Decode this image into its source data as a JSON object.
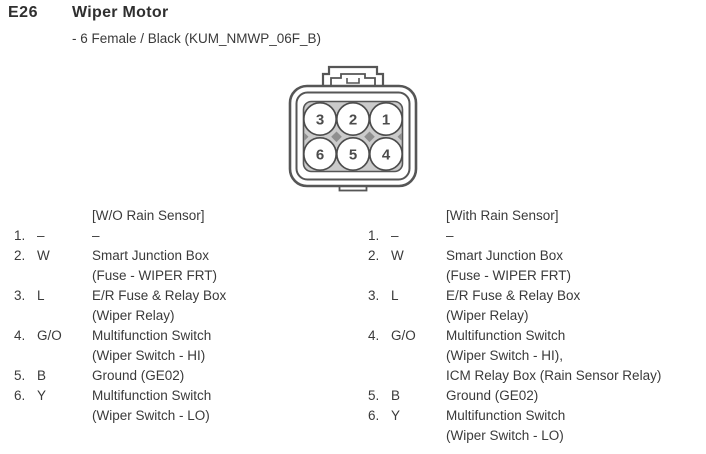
{
  "header": {
    "code": "E26",
    "title": "Wiper Motor",
    "subtitle": "- 6 Female / Black (KUM_NMWP_06F_B)"
  },
  "connector": {
    "type": "6-pin female connector, front view",
    "pins": [
      "3",
      "2",
      "1",
      "6",
      "5",
      "4"
    ]
  },
  "colors": {
    "outline": "#565656",
    "pin_plate": "#cbcbcb",
    "interstice": "#8f8f8f",
    "text": "#3a3a3a"
  },
  "columns": [
    {
      "heading": "[W/O Rain Sensor]",
      "rows": [
        {
          "pin": "1.",
          "wire": "–",
          "desc_lines": [
            "–"
          ]
        },
        {
          "pin": "2.",
          "wire": "W",
          "desc_lines": [
            "Smart Junction Box",
            "(Fuse - WIPER FRT)"
          ]
        },
        {
          "pin": "3.",
          "wire": "L",
          "desc_lines": [
            "E/R Fuse & Relay Box",
            "(Wiper Relay)"
          ]
        },
        {
          "pin": "4.",
          "wire": "G/O",
          "desc_lines": [
            "Multifunction Switch",
            "(Wiper Switch - HI)"
          ]
        },
        {
          "pin": "5.",
          "wire": "B",
          "desc_lines": [
            "Ground (GE02)"
          ]
        },
        {
          "pin": "6.",
          "wire": "Y",
          "desc_lines": [
            "Multifunction Switch",
            "(Wiper Switch - LO)"
          ]
        }
      ]
    },
    {
      "heading": "[With Rain Sensor]",
      "rows": [
        {
          "pin": "1.",
          "wire": "–",
          "desc_lines": [
            "–"
          ]
        },
        {
          "pin": "2.",
          "wire": "W",
          "desc_lines": [
            "Smart Junction Box",
            "(Fuse - WIPER FRT)"
          ]
        },
        {
          "pin": "3.",
          "wire": "L",
          "desc_lines": [
            "E/R Fuse & Relay Box",
            "(Wiper Relay)"
          ]
        },
        {
          "pin": "4.",
          "wire": "G/O",
          "desc_lines": [
            "Multifunction Switch",
            "(Wiper Switch - HI),",
            "ICM Relay Box (Rain Sensor Relay)"
          ]
        },
        {
          "pin": "5.",
          "wire": "B",
          "desc_lines": [
            "Ground (GE02)"
          ]
        },
        {
          "pin": "6.",
          "wire": "Y",
          "desc_lines": [
            "Multifunction Switch",
            "(Wiper Switch - LO)"
          ]
        }
      ]
    }
  ]
}
